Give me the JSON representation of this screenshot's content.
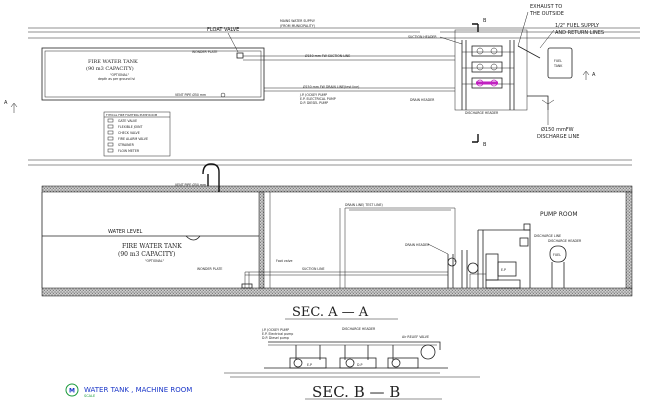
{
  "plan": {
    "float_valve": "FLOAT VALVE",
    "mains_supply_1": "MAINS WATER SUPPLY",
    "mains_supply_2": "(FROM MUNICIPALITY)",
    "tank_title_1": "FIRE WATER TANK",
    "tank_title_2": "(90 m3 CAPACITY)",
    "tank_optional": "\"OPTIONAL\"",
    "tank_note": "depth as per ground lvl",
    "suction_line": "Ø150 mm FW SUCTION LINE",
    "drain_line": "Ø150 mm FW DRAIN LINE(test line)",
    "wonder_plate": "WONDER PLATE",
    "vent_pipe": "VENT PIPE Ø50 mm",
    "section_marker_a": "A",
    "section_marker_b": "B",
    "exhaust_1": "EXHAUST TO",
    "exhaust_2": "THE OUTSIDE",
    "fuel_1": "1/2\" FUEL SUPPLY",
    "fuel_2": "AND RETURN LINES",
    "fuel_tank_1": "FUEL",
    "fuel_tank_2": "TANK",
    "suction_header": "SUCTION HEADER",
    "drain_header": "DRAIN HEADER",
    "discharge_header": "DISCHARGE HEADER",
    "discharge_line_1": "Ø150 mmFW",
    "discharge_line_2": "DISCHARGE LINE",
    "pump_legend": [
      "J.P. JOCKEY PUMP",
      "E.P. ELECTRICAL PUMP",
      "D.P. DIESEL PUMP"
    ]
  },
  "legend": {
    "title": "TYPICAL FIRE FIGHTING PUMP ROOM",
    "items": [
      "GATE VALVE",
      "FLEXIBLE JOINT",
      "CHECK VALVE",
      "FIRE ALARM VALVE",
      "STRAINER",
      "FLOW METER"
    ]
  },
  "section_aa": {
    "vent_pipe": "VENT PIPE Ø50 mm",
    "water_level": "WATER LEVEL",
    "tank_title_1": "FIRE WATER TANK",
    "tank_title_2": "(90 m3 CAPACITY)",
    "tank_optional": "\"OPTIONAL\"",
    "drain_line": "DRAIN LINE( TEST LINE)",
    "pump_room": "PUMP ROOM",
    "drain_header": "DRAIN HEADER",
    "discharge_line": "DISCHARGE LINE",
    "discharge_header": "DISCHARGE HEADER",
    "wonder_plate": "WONDER PLATE",
    "suction_line": "SUCTION LINE",
    "foot_valve": "Foot valve",
    "title": "SEC. A — A"
  },
  "section_bb": {
    "legend": [
      "J.P. JOCKEY PUMP",
      "E.P. Electrical pump",
      "D.P. Diesel pump"
    ],
    "discharge_header": "DISCHARGE HEADER",
    "pump_labels": [
      "E.P",
      "D.P"
    ],
    "relief_valve": "Air RELIEF VALVE",
    "title": "SEC. B — B"
  },
  "footer": {
    "badge_letter": "M",
    "title": "WATER TANK , MACHINE ROOM",
    "subtitle": "SCALE"
  }
}
